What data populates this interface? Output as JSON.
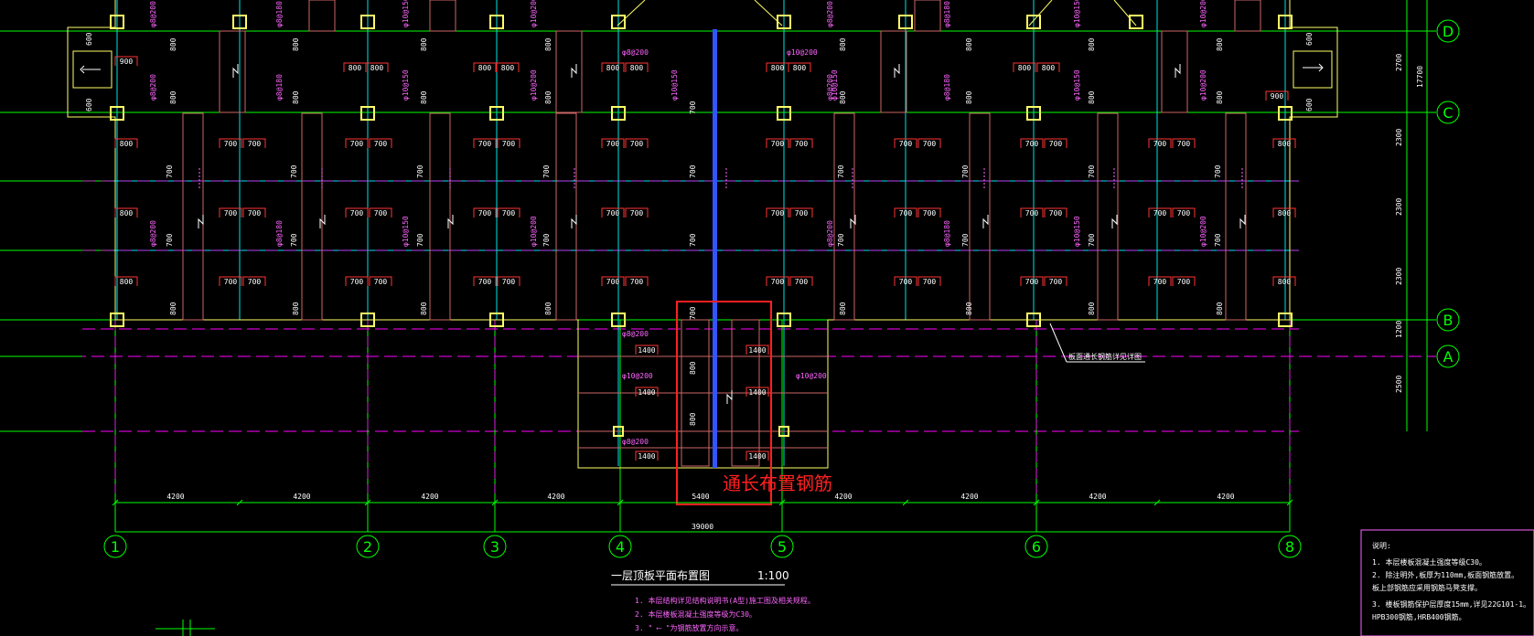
{
  "colors": {
    "background": "#000000",
    "axis_green": "#00ff00",
    "grid_cyan": "#00e5e5",
    "dash_magenta": "#ff00ff",
    "beam_yellow": "#ffff66",
    "rebar_red": "#ff3333",
    "pink_text": "#ff66ff",
    "white_text": "#ffffff",
    "blue_bar": "#3355ff",
    "callout_red": "#ff2020",
    "beam_brown": "#cc6666"
  },
  "axes_vertical": [
    "1",
    "2",
    "3",
    "4",
    "5",
    "6",
    "8"
  ],
  "axes_horizontal": [
    "D",
    "C",
    "B",
    "A"
  ],
  "bay_dimensions": [
    "4200",
    "4200",
    "4200",
    "4200",
    "5400",
    "4200",
    "4200",
    "4200",
    "4200"
  ],
  "total_dimension": "39000",
  "right_dimensions": [
    "2700",
    "2300",
    "2300",
    "2300",
    "1200",
    "2500"
  ],
  "right_total": "17700",
  "slab_labels": {
    "s800": "800",
    "s700": "700",
    "s900": "900",
    "s1400": "1400",
    "s600": "600"
  },
  "rebar_tags": [
    "φ8@200",
    "φ8@180",
    "φ10@150",
    "φ10@200"
  ],
  "callout_text": "通长布置钢筋",
  "drawing_title": "一层顶板平面布置图",
  "drawing_scale": "1:100",
  "notes_left": [
    "1. 本层结构详见结构说明书(A型)施工图及相关规程。",
    "2. 本层楼板混凝土强度等级为C30。",
    "3. \" ⟵ \"为钢筋放置方向示意。"
  ],
  "notes_right_title": "说明:",
  "notes_right": [
    "1. 本层楼板混凝土强度等级C30。",
    "2. 除注明外,板厚为110mm,板面钢筋放置。",
    "   板上部钢筋应采用钢筋马凳支撑。",
    "3. 楼板钢筋保护层厚度15mm,详见22G101-1。",
    "   HPB300钢筋,HRB400钢筋。"
  ],
  "leader_note": "板面通长钢筋详见详图"
}
